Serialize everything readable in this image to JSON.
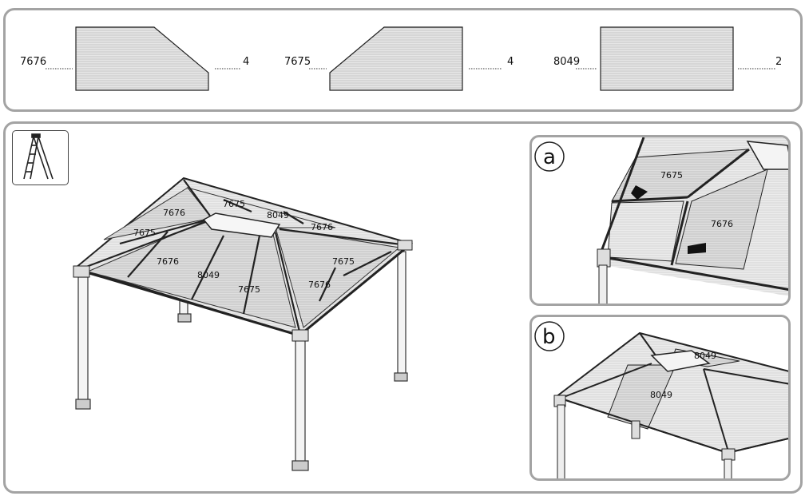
{
  "parts": [
    {
      "code": "7676",
      "qty": "4"
    },
    {
      "code": "7675",
      "qty": "4"
    },
    {
      "code": "8049",
      "qty": "2"
    }
  ],
  "main_labels": {
    "left_upper": "7676",
    "left_lower": "7675",
    "back_left": "7675",
    "back_center": "8049",
    "back_right": "7676",
    "front_1": "7676",
    "front_2": "8049",
    "front_3": "7675",
    "right_upper": "7675",
    "right_lower": "7676"
  },
  "detail_a": {
    "label": "a",
    "panel_upper": "7675",
    "panel_right": "7676"
  },
  "detail_b": {
    "label": "b",
    "panel_back": "8049",
    "panel_front": "8049"
  },
  "icon": "ladder-icon"
}
